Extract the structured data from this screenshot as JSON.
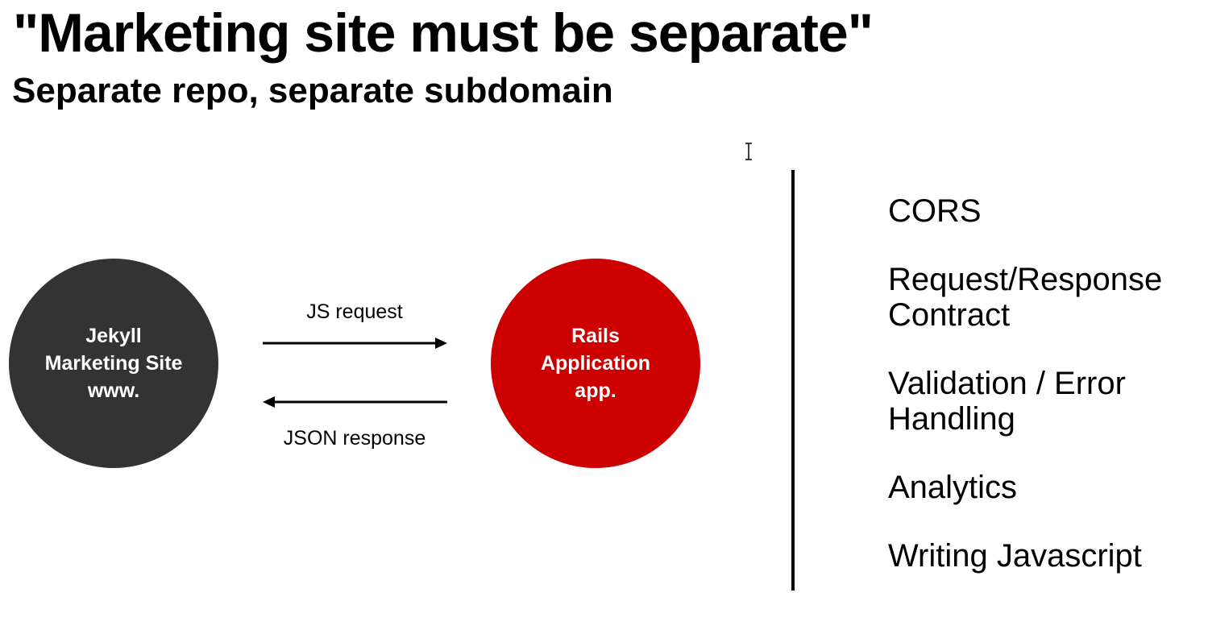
{
  "slide": {
    "title": "\"Marketing site must be separate\"",
    "subtitle": "Separate repo, separate subdomain"
  },
  "diagram": {
    "left_node": {
      "lines": [
        "Jekyll",
        "Marketing Site",
        "www."
      ],
      "color": "#333333"
    },
    "right_node": {
      "lines": [
        "Rails",
        "Application",
        "app."
      ],
      "color": "#cc0000"
    },
    "request_label": "JS request",
    "response_label": "JSON response"
  },
  "concerns": [
    "CORS",
    "Request/Response Contract",
    "Validation / Error Handling",
    "Analytics",
    "Writing Javascript"
  ],
  "icons": {
    "cursor": "text-cursor-icon"
  }
}
